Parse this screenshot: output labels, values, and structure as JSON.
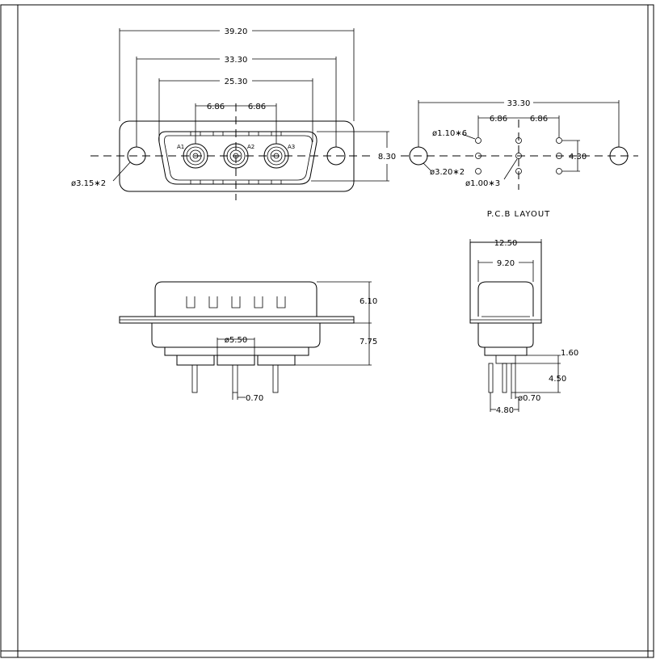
{
  "front_view": {
    "dim_overall": "39.20",
    "dim_mount_spacing": "33.30",
    "dim_shell_width": "25.30",
    "dim_pitch_left": "6.86",
    "dim_pitch_right": "6.86",
    "dim_height": "8.30",
    "mount_hole": "ø3.15∗2",
    "pin_labels": [
      "A1",
      "A2",
      "A3"
    ]
  },
  "pcb_layout": {
    "title": "P.C.B LAYOUT",
    "dim_spacing": "33.30",
    "dim_pitch_left": "6.86",
    "dim_pitch_right": "6.86",
    "dim_height": "4.30",
    "small_holes": "ø1.10∗6",
    "mount_holes": "ø3.20∗2",
    "pin_holes": "ø1.00∗3"
  },
  "side_view": {
    "dim_shell_height": "6.10",
    "dim_body_height": "7.75",
    "dim_contact_dia": "ø5.50",
    "dim_pin_dia": "0.70"
  },
  "end_view": {
    "dim_flange_width": "12.50",
    "dim_shell_width": "9.20",
    "dim_standoff": "1.60",
    "dim_pin_length": "4.50",
    "dim_pin_dia": "ø0.70",
    "dim_pin_spacing": "4.80"
  }
}
